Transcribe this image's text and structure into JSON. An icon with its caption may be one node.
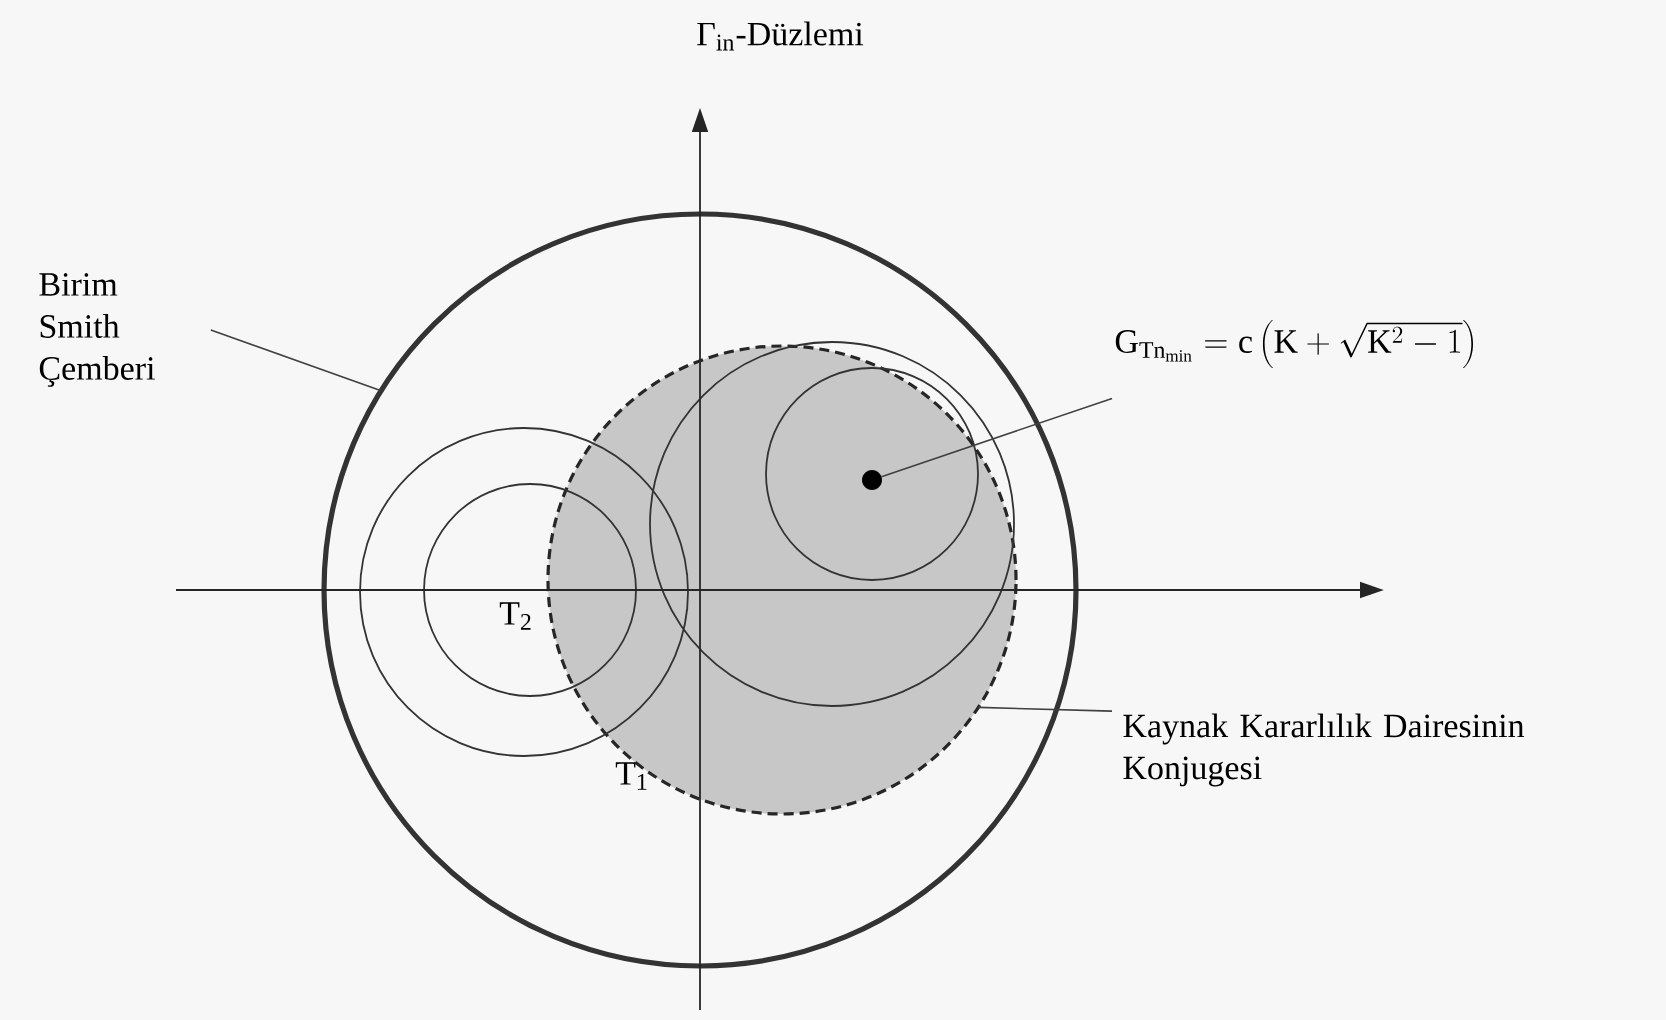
{
  "diagram": {
    "nodes": [
      {
        "text": [
          "Birim Smith Çemberi"
        ]
      },
      {
        "text": [],
        "shape": "circle"
      },
      {
        "text": [
          "\\mathrm{G}_{\\mathrm{Tn}_{\\mathrm{min}}} = \\mathrm{c}\\left(\\mathrm{K} + \\sqrt{\\mathrm{K}^{2} - 1}\\right)"
        ]
      },
      {
        "text": [],
        "shape": "circle",
        "in": 5
      },
      {
        "text": [
          "Kaynak Kararlılık Dairesinin Konjugesi"
        ]
      },
      {
        "text": [],
        "shape": "circle",
        "in": 1
      }
    ],
    "edges": [
      {
        "from": 0,
        "to": 1,
        "arrow": "none"
      },
      {
        "from": 2,
        "to": 3,
        "arrow": "none"
      },
      {
        "from": 4,
        "to": 5,
        "arrow": "none"
      }
    ],
    "labels": [
      "Γ$_{in}$-Düzlemi",
      "T$_{2}$",
      "T$_{1}$"
    ]
  }
}
